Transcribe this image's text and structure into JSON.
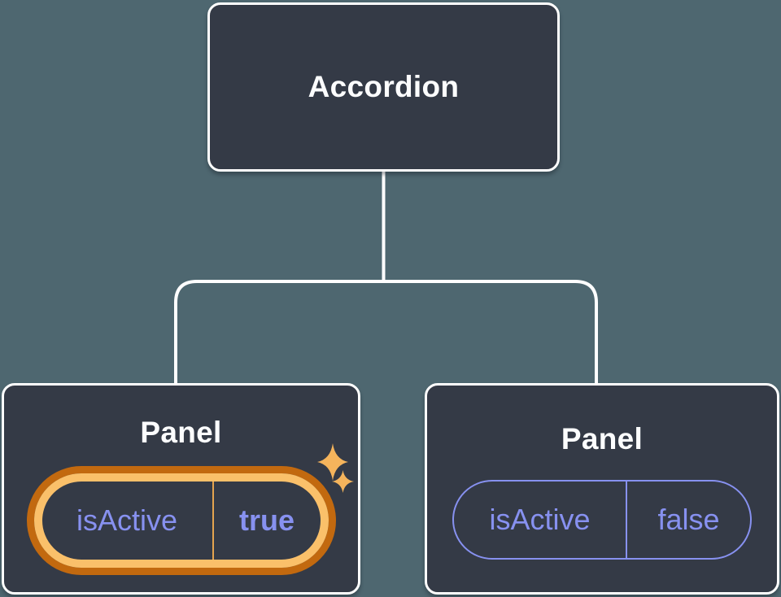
{
  "canvas": {
    "background_color": "#4E6770",
    "node_fill_color": "#343A46",
    "connector_color": "#FFFFFF",
    "title_text_color": "#FCFDFE"
  },
  "colors": {
    "prop_purple": "#8791F0",
    "highlight_ring_dark_orange": "#C2690F",
    "highlight_ring_gold": "#FAC06A",
    "pill_divider_gold": "#E5A44F",
    "sparkle_gold": "#F5B45C"
  },
  "root_node": {
    "label": "Accordion"
  },
  "panels": [
    {
      "label": "Panel",
      "prop_name": "isActive",
      "prop_value": "true",
      "highlighted": true
    },
    {
      "label": "Panel",
      "prop_name": "isActive",
      "prop_value": "false",
      "highlighted": false
    }
  ],
  "icons": {
    "sparkles": "two four-point stars marking the state that changed"
  }
}
